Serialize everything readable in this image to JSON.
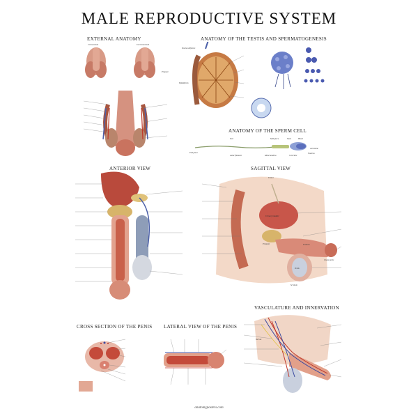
{
  "title": "MALE REPRODUCTIVE SYSTEM",
  "sections": {
    "external": "EXTERNAL ANATOMY",
    "testis": "ANATOMY OF THE TESTIS AND SPERMATOGENESIS",
    "sperm": "ANATOMY OF THE SPERM CELL",
    "anterior": "ANTERIOR VIEW",
    "sagittal": "SAGITTAL VIEW",
    "cross": "CROSS SECTION OF THE PENIS",
    "lateral": "LATERAL VIEW OF THE PENIS",
    "vasculature": "VASCULATURE AND INNERVATION"
  },
  "labels": {
    "circumcised": "Circumcised",
    "uncircumcised": "Uncircumcised",
    "prepuce": "Prepuce",
    "ductus_deferens": "Ductus deferens",
    "epididymis": "Epididymis",
    "tail": "Tail",
    "midpiece": "Mid-piece",
    "neck": "Neck",
    "head": "Head",
    "acrosome": "Acrosome",
    "nucleus": "Nucleus",
    "end_piece": "End piece",
    "axial_filament": "Axial filament",
    "mitochondria": "Mitochondria",
    "centriole": "Centriole",
    "ureter": "Ureter",
    "urinary_bladder": "Urinary bladder",
    "prostate": "Prostate",
    "urethra": "Urethra",
    "glans_penis": "Glans penis",
    "scrotum": "Scrotum",
    "testis": "Testis",
    "nerves": "Nerves"
  },
  "footer": "anatomyposters.com"
}
